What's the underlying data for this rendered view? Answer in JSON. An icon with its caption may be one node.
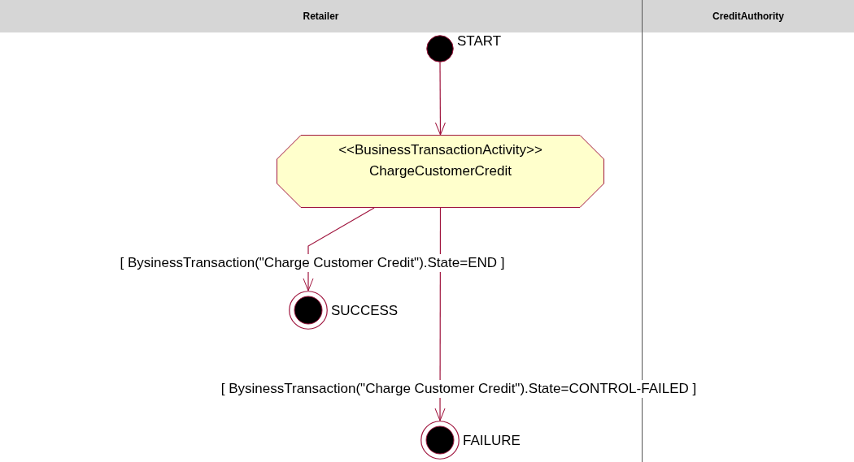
{
  "diagram": {
    "nodes": [
      {
        "text": [
          "Retailer"
        ]
      },
      {
        "text": [
          "CreditAuthority"
        ]
      },
      {
        "text": [],
        "shape": "circle",
        "beside": [
          "START"
        ],
        "in": 0
      },
      {
        "text": [
          "<<BusinessTransactionActivity>>",
          "ChargeCustomerCredit"
        ],
        "in": 0
      },
      {
        "text": [],
        "shape": "circle",
        "beside": [
          "SUCCESS"
        ],
        "in": 0
      },
      {
        "text": [],
        "shape": "circle",
        "beside": [
          "FAILURE"
        ],
        "in": 0
      }
    ],
    "edges": [
      {
        "from": 2,
        "to": 3,
        "arrow": "to"
      },
      {
        "from": 3,
        "to": 4,
        "arrow": "to",
        "label": "[ BysinessTransaction(\"Charge Customer Credit\").State=END ]"
      },
      {
        "from": 3,
        "to": 5,
        "arrow": "to",
        "label": "[ BysinessTransaction(\"Charge Customer Credit\").State=CONTROL-FAILED ]"
      }
    ]
  }
}
